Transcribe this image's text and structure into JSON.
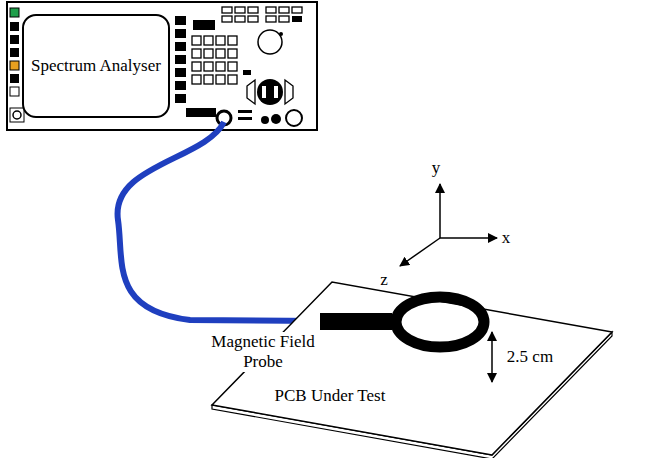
{
  "diagram": {
    "nodes": [
      {
        "text": [
          "Spectrum Analyser"
        ]
      },
      {
        "text": [
          "PCB Under Test"
        ]
      }
    ],
    "labels": [
      "y",
      "x",
      "z",
      "Magnetic Field Probe",
      "2.5 cm"
    ]
  }
}
